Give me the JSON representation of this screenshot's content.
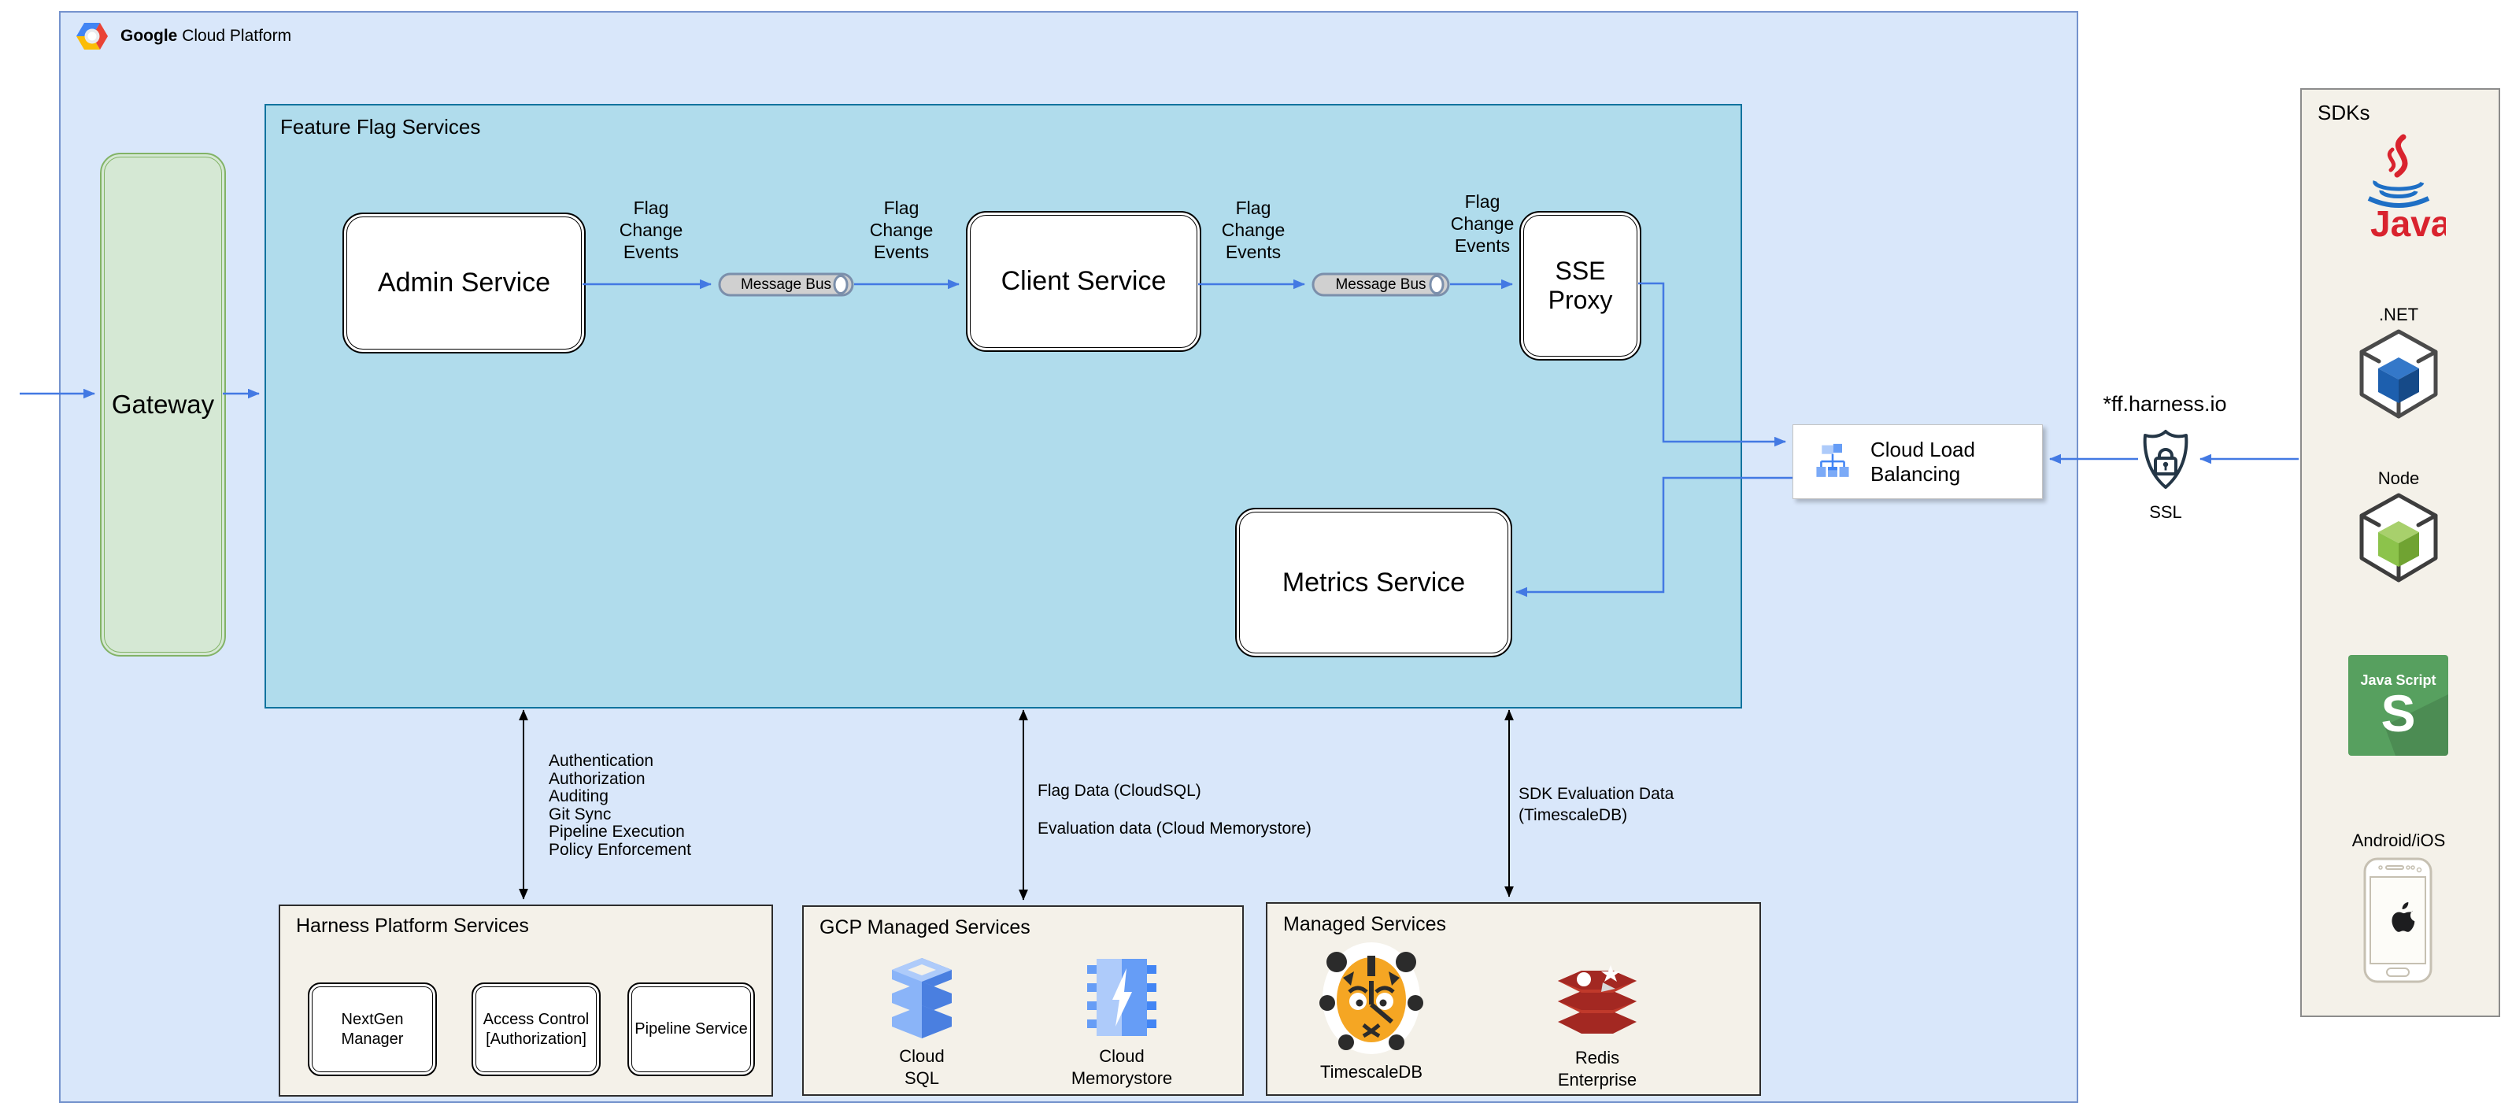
{
  "header": {
    "brand_bold": "Google",
    "brand_rest": "Cloud Platform"
  },
  "gateway_label": "Gateway",
  "feature_flag": {
    "title": "Feature Flag Services",
    "admin": "Admin Service",
    "client": "Client Service",
    "sse": "SSE\nProxy",
    "metrics": "Metrics Service",
    "message_bus_1": "Message Bus",
    "message_bus_2": "Message Bus",
    "flag_change": [
      "Flag\nChange\nEvents",
      "Flag\nChange\nEvents",
      "Flag\nChange\nEvents",
      "Flag\nChange\nEvents"
    ]
  },
  "load_balancer": {
    "label": "Cloud Load Balancing"
  },
  "ssl": {
    "domain": "*ff.harness.io",
    "label": "SSL"
  },
  "sdks": {
    "title": "SDKs",
    "java_text": "Java",
    "dotnet_label": ".NET",
    "node_label": "Node",
    "js_text": "Java Script",
    "js_letter": "S",
    "mobile_label": "Android/iOS"
  },
  "harness": {
    "title": "Harness Platform Services",
    "box_1": "NextGen Manager",
    "box_2": "Access Control\n[Authorization]",
    "box_3": "Pipeline Service"
  },
  "gcp_managed": {
    "title": "GCP Managed Services",
    "sql_label": "Cloud\nSQL",
    "memorystore_label": "Cloud\nMemorystore"
  },
  "managed": {
    "title": "Managed Services",
    "timescale_label": "TimescaleDB",
    "redis_label": "Redis\nEnterprise"
  },
  "annotations": {
    "harness_capabilities": "Authentication\nAuthorization\nAuditing\nGit Sync\nPipeline Execution\nPolicy Enforcement",
    "flag_data": "Flag Data (CloudSQL)",
    "evaluation_data": "Evaluation data (Cloud Memorystore)",
    "sdk_evaluation": "SDK Evaluation Data\n(TimescaleDB)"
  },
  "colors": {
    "gcp_fill": "#d9e7fa",
    "gcp_border": "#7593cd",
    "feature_flag_fill": "#b0dcec",
    "feature_flag_border": "#10739e",
    "gateway_fill": "#d5e8d4",
    "gateway_border": "#82b366",
    "arrow_blue": "#4379e3",
    "arrow_black": "#000000",
    "panel_beige": "#f4f1e9",
    "redis_red": "#a32822",
    "tiger_orange": "#f5a623",
    "js_green": "#57a05f",
    "gcp_icon_blue": "#4285f4"
  }
}
